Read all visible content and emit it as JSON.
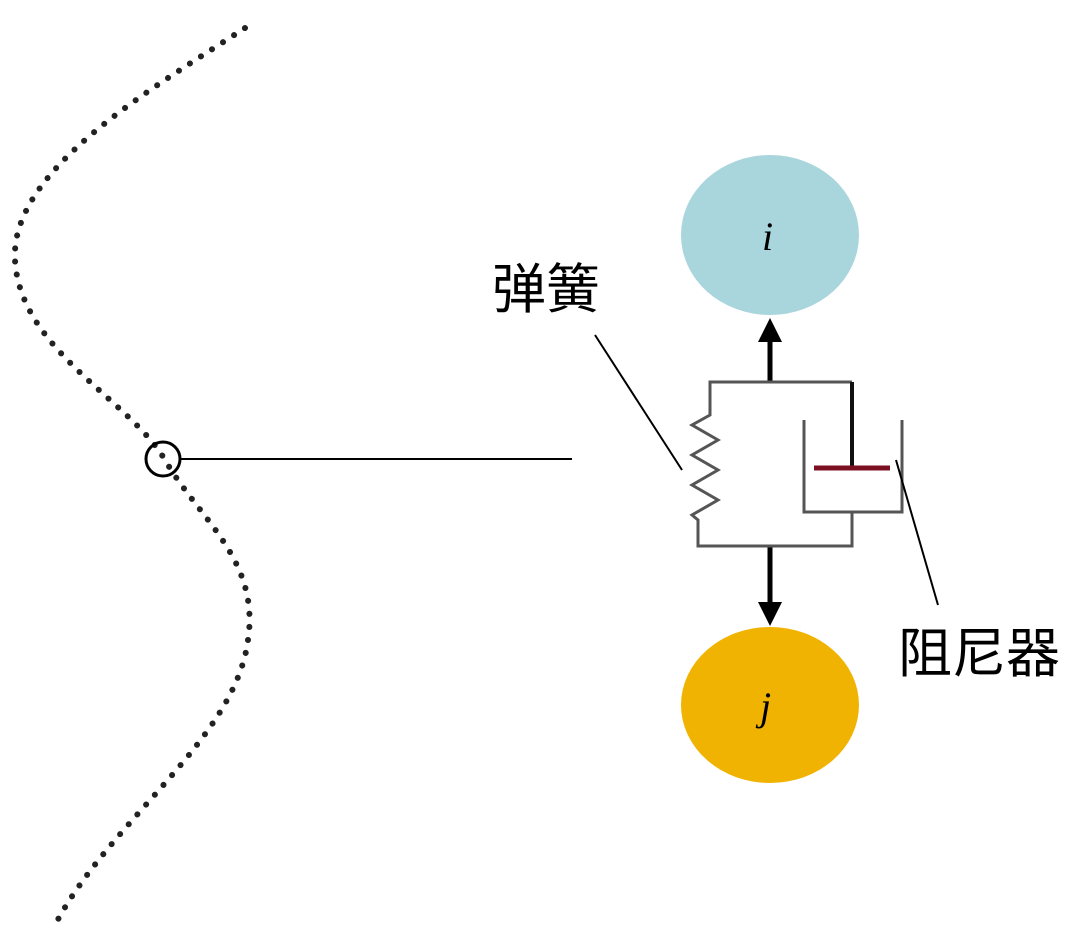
{
  "labels": {
    "spring": "弹簧",
    "damper": "阻尼器"
  },
  "nodes": {
    "i": "i",
    "j": "j"
  },
  "colors": {
    "node_i": "#a9d5dd",
    "node_j": "#f1b302",
    "piston": "#7a1020",
    "line": "#000000",
    "frame": "#555555"
  }
}
